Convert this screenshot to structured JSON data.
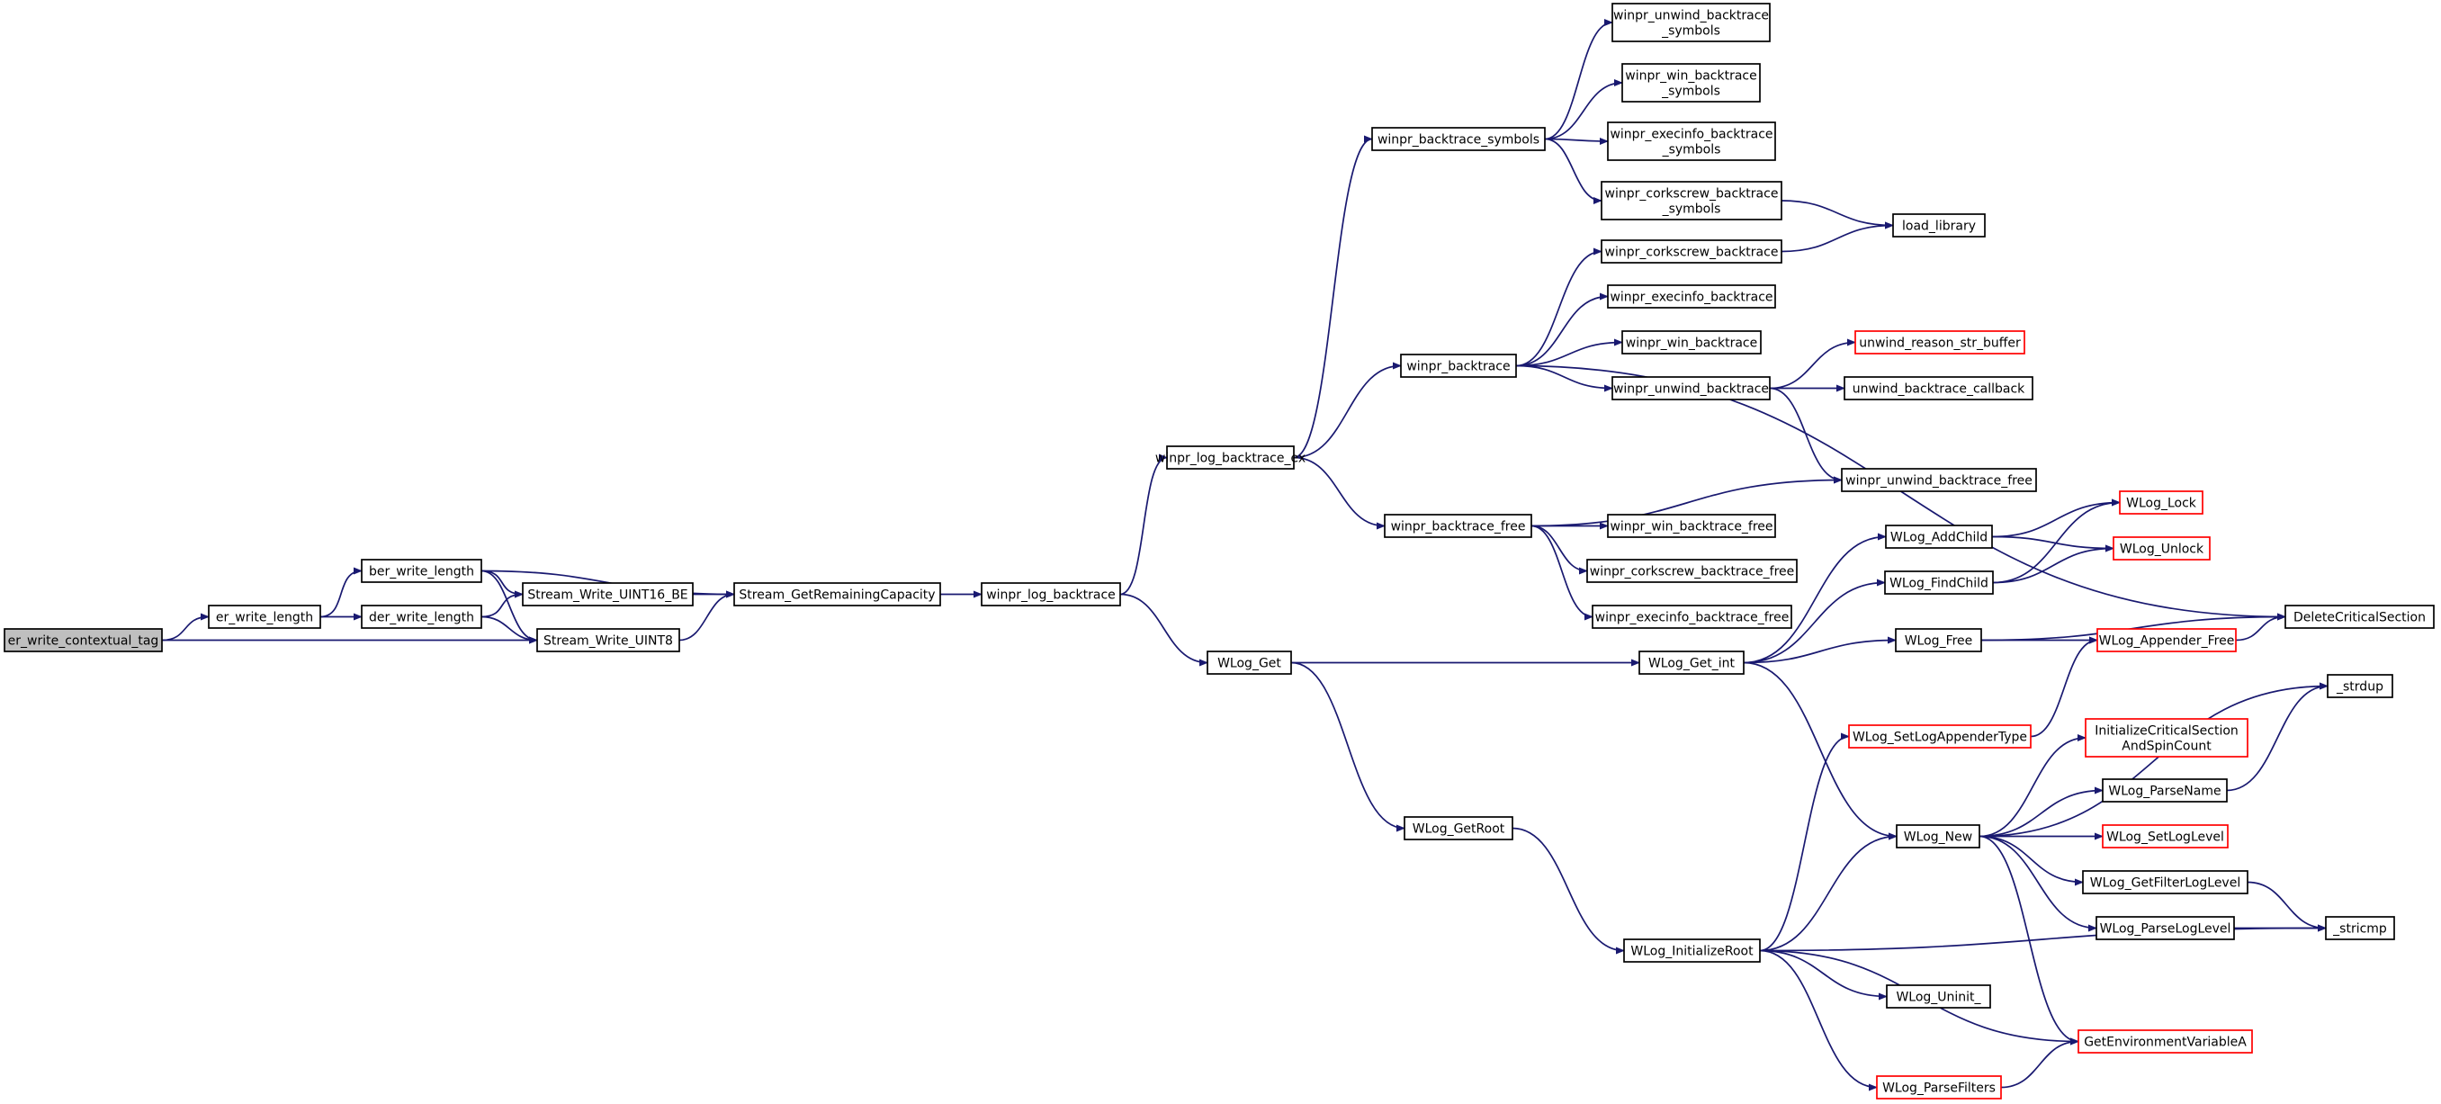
{
  "colors": {
    "edge": "#191970",
    "node_border": "#000000",
    "truncated_border": "#ff0000",
    "root_fill": "#bfbfbf",
    "node_fill": "#ffffff"
  },
  "nodes": [
    {
      "id": "root",
      "lines": [
        "er_write_contextual_tag"
      ],
      "style": "root"
    },
    {
      "id": "er_write_length",
      "lines": [
        "er_write_length"
      ],
      "style": "normal"
    },
    {
      "id": "ber_write_length",
      "lines": [
        "ber_write_length"
      ],
      "style": "normal"
    },
    {
      "id": "der_write_length",
      "lines": [
        "der_write_length"
      ],
      "style": "normal"
    },
    {
      "id": "stream_write_uint16_be",
      "lines": [
        "Stream_Write_UINT16_BE"
      ],
      "style": "normal"
    },
    {
      "id": "stream_write_uint8",
      "lines": [
        "Stream_Write_UINT8"
      ],
      "style": "normal"
    },
    {
      "id": "stream_getremainingcapacity",
      "lines": [
        "Stream_GetRemainingCapacity"
      ],
      "style": "normal"
    },
    {
      "id": "winpr_log_backtrace",
      "lines": [
        "winpr_log_backtrace"
      ],
      "style": "normal"
    },
    {
      "id": "winpr_log_backtrace_ex",
      "lines": [
        "winpr_log_backtrace_ex"
      ],
      "style": "normal"
    },
    {
      "id": "wlog_get",
      "lines": [
        "WLog_Get"
      ],
      "style": "normal"
    },
    {
      "id": "winpr_backtrace_symbols",
      "lines": [
        "winpr_backtrace_symbols"
      ],
      "style": "normal"
    },
    {
      "id": "winpr_backtrace",
      "lines": [
        "winpr_backtrace"
      ],
      "style": "normal"
    },
    {
      "id": "winpr_backtrace_free",
      "lines": [
        "winpr_backtrace_free"
      ],
      "style": "normal"
    },
    {
      "id": "winpr_unwind_backtrace_symbols",
      "lines": [
        "winpr_unwind_backtrace",
        "_symbols"
      ],
      "style": "normal"
    },
    {
      "id": "winpr_win_backtrace_symbols",
      "lines": [
        "winpr_win_backtrace",
        "_symbols"
      ],
      "style": "normal"
    },
    {
      "id": "winpr_execinfo_backtrace_symbols",
      "lines": [
        "winpr_execinfo_backtrace",
        "_symbols"
      ],
      "style": "normal"
    },
    {
      "id": "winpr_corkscrew_backtrace_symbols",
      "lines": [
        "winpr_corkscrew_backtrace",
        "_symbols"
      ],
      "style": "normal"
    },
    {
      "id": "load_library",
      "lines": [
        "load_library"
      ],
      "style": "normal"
    },
    {
      "id": "winpr_corkscrew_backtrace",
      "lines": [
        "winpr_corkscrew_backtrace"
      ],
      "style": "normal"
    },
    {
      "id": "winpr_execinfo_backtrace",
      "lines": [
        "winpr_execinfo_backtrace"
      ],
      "style": "normal"
    },
    {
      "id": "winpr_win_backtrace",
      "lines": [
        "winpr_win_backtrace"
      ],
      "style": "normal"
    },
    {
      "id": "winpr_unwind_backtrace",
      "lines": [
        "winpr_unwind_backtrace"
      ],
      "style": "normal"
    },
    {
      "id": "unwind_reason_str_buffer",
      "lines": [
        "unwind_reason_str_buffer"
      ],
      "style": "truncated"
    },
    {
      "id": "unwind_backtrace_callback",
      "lines": [
        "unwind_backtrace_callback"
      ],
      "style": "normal"
    },
    {
      "id": "winpr_unwind_backtrace_free",
      "lines": [
        "winpr_unwind_backtrace_free"
      ],
      "style": "normal"
    },
    {
      "id": "winpr_win_backtrace_free",
      "lines": [
        "winpr_win_backtrace_free"
      ],
      "style": "normal"
    },
    {
      "id": "winpr_corkscrew_backtrace_free",
      "lines": [
        "winpr_corkscrew_backtrace_free"
      ],
      "style": "normal"
    },
    {
      "id": "winpr_execinfo_backtrace_free",
      "lines": [
        "winpr_execinfo_backtrace_free"
      ],
      "style": "normal"
    },
    {
      "id": "wlog_get_int",
      "lines": [
        "WLog_Get_int"
      ],
      "style": "normal"
    },
    {
      "id": "wlog_getroot",
      "lines": [
        "WLog_GetRoot"
      ],
      "style": "normal"
    },
    {
      "id": "wlog_addchild",
      "lines": [
        "WLog_AddChild"
      ],
      "style": "normal"
    },
    {
      "id": "wlog_findchild",
      "lines": [
        "WLog_FindChild"
      ],
      "style": "normal"
    },
    {
      "id": "wlog_free",
      "lines": [
        "WLog_Free"
      ],
      "style": "normal"
    },
    {
      "id": "wlog_lock",
      "lines": [
        "WLog_Lock"
      ],
      "style": "truncated"
    },
    {
      "id": "wlog_unlock",
      "lines": [
        "WLog_Unlock"
      ],
      "style": "truncated"
    },
    {
      "id": "deletecriticalsection",
      "lines": [
        "DeleteCriticalSection"
      ],
      "style": "normal"
    },
    {
      "id": "wlog_appender_free",
      "lines": [
        "WLog_Appender_Free"
      ],
      "style": "truncated"
    },
    {
      "id": "strdup",
      "lines": [
        "_strdup"
      ],
      "style": "normal"
    },
    {
      "id": "wlog_setlogappendertype",
      "lines": [
        "WLog_SetLogAppenderType"
      ],
      "style": "truncated"
    },
    {
      "id": "initializecriticalsection",
      "lines": [
        "InitializeCriticalSection",
        "AndSpinCount"
      ],
      "style": "truncated"
    },
    {
      "id": "wlog_parsename",
      "lines": [
        "WLog_ParseName"
      ],
      "style": "normal"
    },
    {
      "id": "wlog_new",
      "lines": [
        "WLog_New"
      ],
      "style": "normal"
    },
    {
      "id": "wlog_setloglevel",
      "lines": [
        "WLog_SetLogLevel"
      ],
      "style": "truncated"
    },
    {
      "id": "wlog_getfilterloglevel",
      "lines": [
        "WLog_GetFilterLogLevel"
      ],
      "style": "normal"
    },
    {
      "id": "wlog_parseloglevel",
      "lines": [
        "WLog_ParseLogLevel"
      ],
      "style": "normal"
    },
    {
      "id": "stricmp",
      "lines": [
        "_stricmp"
      ],
      "style": "normal"
    },
    {
      "id": "wlog_initializeroot",
      "lines": [
        "WLog_InitializeRoot"
      ],
      "style": "normal"
    },
    {
      "id": "wlog_uninit",
      "lines": [
        "WLog_Uninit_"
      ],
      "style": "normal"
    },
    {
      "id": "getenvironmentvariablea",
      "lines": [
        "GetEnvironmentVariableA"
      ],
      "style": "truncated"
    },
    {
      "id": "wlog_parsefilters",
      "lines": [
        "WLog_ParseFilters"
      ],
      "style": "truncated"
    }
  ],
  "edges": [
    [
      "root",
      "er_write_length"
    ],
    [
      "root",
      "stream_write_uint8"
    ],
    [
      "er_write_length",
      "ber_write_length"
    ],
    [
      "er_write_length",
      "der_write_length"
    ],
    [
      "ber_write_length",
      "stream_write_uint16_be"
    ],
    [
      "ber_write_length",
      "stream_write_uint8"
    ],
    [
      "ber_write_length",
      "stream_getremainingcapacity"
    ],
    [
      "der_write_length",
      "stream_write_uint16_be"
    ],
    [
      "der_write_length",
      "stream_write_uint8"
    ],
    [
      "stream_write_uint16_be",
      "stream_getremainingcapacity"
    ],
    [
      "stream_write_uint8",
      "stream_getremainingcapacity"
    ],
    [
      "stream_getremainingcapacity",
      "winpr_log_backtrace"
    ],
    [
      "winpr_log_backtrace",
      "winpr_log_backtrace_ex"
    ],
    [
      "winpr_log_backtrace",
      "wlog_get"
    ],
    [
      "winpr_log_backtrace_ex",
      "winpr_backtrace_symbols"
    ],
    [
      "winpr_log_backtrace_ex",
      "winpr_backtrace"
    ],
    [
      "winpr_log_backtrace_ex",
      "winpr_backtrace_free"
    ],
    [
      "winpr_backtrace_symbols",
      "winpr_unwind_backtrace_symbols"
    ],
    [
      "winpr_backtrace_symbols",
      "winpr_win_backtrace_symbols"
    ],
    [
      "winpr_backtrace_symbols",
      "winpr_execinfo_backtrace_symbols"
    ],
    [
      "winpr_backtrace_symbols",
      "winpr_corkscrew_backtrace_symbols"
    ],
    [
      "winpr_corkscrew_backtrace_symbols",
      "load_library"
    ],
    [
      "winpr_backtrace",
      "winpr_corkscrew_backtrace"
    ],
    [
      "winpr_backtrace",
      "winpr_execinfo_backtrace"
    ],
    [
      "winpr_backtrace",
      "winpr_win_backtrace"
    ],
    [
      "winpr_backtrace",
      "winpr_unwind_backtrace"
    ],
    [
      "winpr_backtrace",
      "deletecriticalsection"
    ],
    [
      "winpr_corkscrew_backtrace",
      "load_library"
    ],
    [
      "winpr_unwind_backtrace",
      "unwind_reason_str_buffer"
    ],
    [
      "winpr_unwind_backtrace",
      "unwind_backtrace_callback"
    ],
    [
      "winpr_unwind_backtrace",
      "winpr_unwind_backtrace_free"
    ],
    [
      "winpr_backtrace_free",
      "winpr_unwind_backtrace_free"
    ],
    [
      "winpr_backtrace_free",
      "winpr_win_backtrace_free"
    ],
    [
      "winpr_backtrace_free",
      "winpr_corkscrew_backtrace_free"
    ],
    [
      "winpr_backtrace_free",
      "winpr_execinfo_backtrace_free"
    ],
    [
      "wlog_get",
      "wlog_get_int"
    ],
    [
      "wlog_get",
      "wlog_getroot"
    ],
    [
      "wlog_get_int",
      "wlog_addchild"
    ],
    [
      "wlog_get_int",
      "wlog_findchild"
    ],
    [
      "wlog_get_int",
      "wlog_free"
    ],
    [
      "wlog_get_int",
      "wlog_new"
    ],
    [
      "wlog_addchild",
      "wlog_lock"
    ],
    [
      "wlog_addchild",
      "wlog_unlock"
    ],
    [
      "wlog_findchild",
      "wlog_lock"
    ],
    [
      "wlog_findchild",
      "wlog_unlock"
    ],
    [
      "wlog_free",
      "deletecriticalsection"
    ],
    [
      "wlog_free",
      "wlog_appender_free"
    ],
    [
      "wlog_appender_free",
      "deletecriticalsection"
    ],
    [
      "wlog_getroot",
      "wlog_initializeroot"
    ],
    [
      "wlog_initializeroot",
      "wlog_setlogappendertype"
    ],
    [
      "wlog_initializeroot",
      "wlog_new"
    ],
    [
      "wlog_initializeroot",
      "stricmp"
    ],
    [
      "wlog_initializeroot",
      "wlog_uninit"
    ],
    [
      "wlog_initializeroot",
      "getenvironmentvariablea"
    ],
    [
      "wlog_initializeroot",
      "wlog_parsefilters"
    ],
    [
      "wlog_setlogappendertype",
      "wlog_appender_free"
    ],
    [
      "wlog_new",
      "strdup"
    ],
    [
      "wlog_new",
      "initializecriticalsection"
    ],
    [
      "wlog_new",
      "wlog_parsename"
    ],
    [
      "wlog_new",
      "wlog_setloglevel"
    ],
    [
      "wlog_new",
      "wlog_getfilterloglevel"
    ],
    [
      "wlog_new",
      "wlog_parseloglevel"
    ],
    [
      "wlog_new",
      "getenvironmentvariablea"
    ],
    [
      "wlog_parsename",
      "strdup"
    ],
    [
      "wlog_getfilterloglevel",
      "stricmp"
    ],
    [
      "wlog_parseloglevel",
      "stricmp"
    ],
    [
      "wlog_parsefilters",
      "getenvironmentvariablea"
    ]
  ]
}
